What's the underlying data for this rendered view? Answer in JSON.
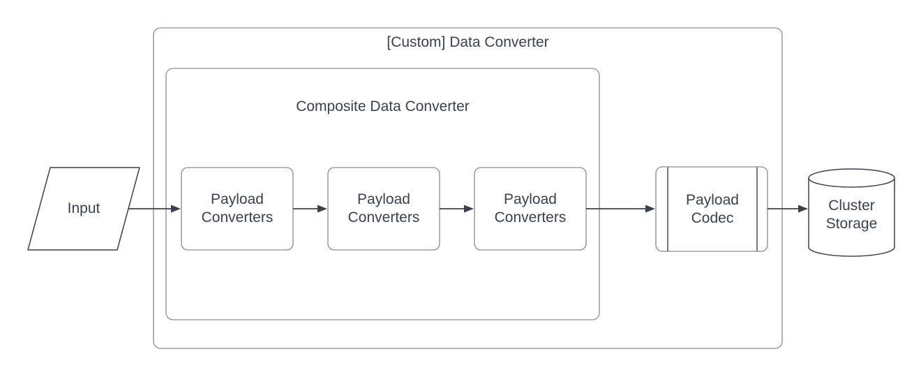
{
  "diagram": {
    "outer_container": {
      "label": "[Custom] Data Converter",
      "shape": "rounded-rect-container"
    },
    "inner_container": {
      "label": "Composite Data Converter",
      "shape": "rounded-rect-container"
    },
    "nodes": {
      "input": {
        "label": "Input",
        "shape": "parallelogram"
      },
      "codec": {
        "line1": "Payload",
        "line2": "Codec",
        "shape": "predefined-process"
      },
      "storage": {
        "line1": "Cluster",
        "line2": "Storage",
        "shape": "cylinder"
      }
    },
    "converters": [
      {
        "line1": "Payload",
        "line2": "Converters",
        "shape": "rounded-rect"
      },
      {
        "line1": "Payload",
        "line2": "Converters",
        "shape": "rounded-rect"
      },
      {
        "line1": "Payload",
        "line2": "Converters",
        "shape": "rounded-rect"
      }
    ],
    "connectors": [
      {
        "from": "input",
        "to": "converter-1"
      },
      {
        "from": "converter-1",
        "to": "converter-2"
      },
      {
        "from": "converter-2",
        "to": "converter-3"
      },
      {
        "from": "converter-3",
        "to": "codec"
      },
      {
        "from": "codec",
        "to": "storage"
      }
    ],
    "colors": {
      "background": "#ffffff",
      "text": "#39414f",
      "dark_stroke": "#39414f",
      "light_stroke": "#868c93",
      "arrow": "#39414f"
    }
  }
}
